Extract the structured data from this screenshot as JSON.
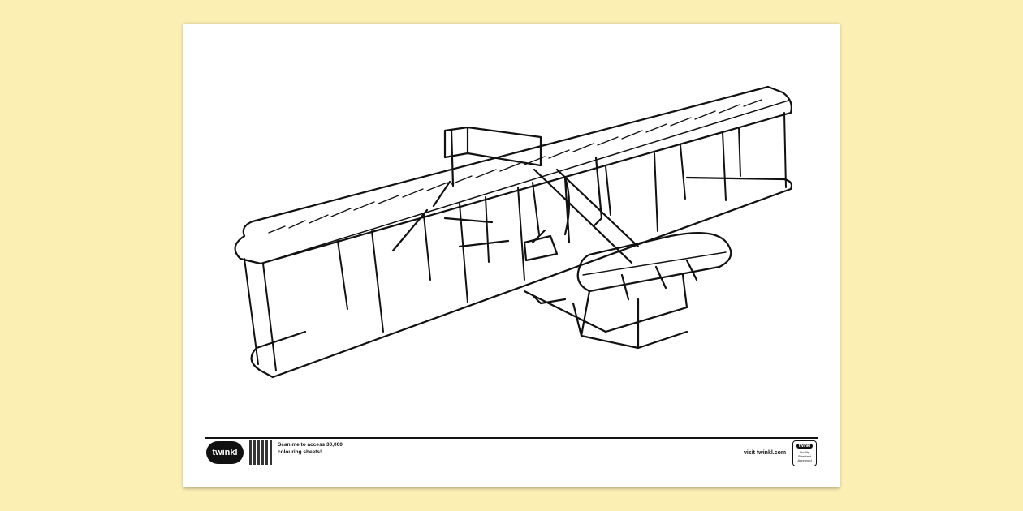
{
  "footer": {
    "logo_text": "twinkl",
    "scan_text": "Scan me to access 30,000 colouring sheets!",
    "visit_text": "visit twinkl.com",
    "badge_logo": "twinkl",
    "badge_text": "Quality Standard Approved"
  },
  "colors": {
    "background": "#fcefb4",
    "sheet": "#ffffff",
    "ink": "#111111"
  }
}
